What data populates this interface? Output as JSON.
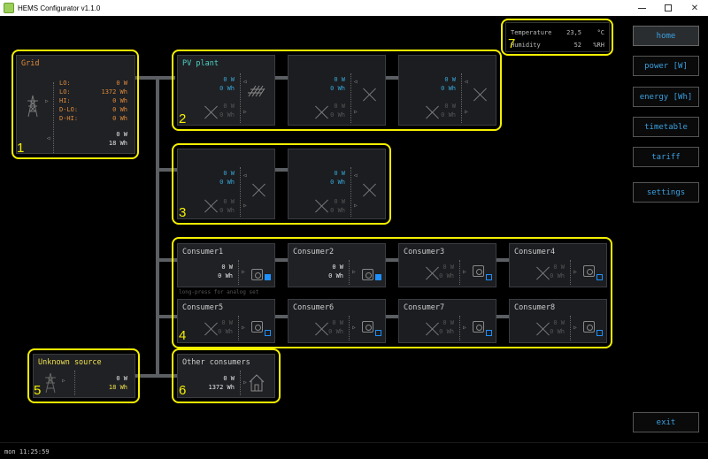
{
  "window": {
    "title": "HEMS Configurator v1.1.0",
    "close": "✕"
  },
  "status": {
    "clock": "mon 11:25:59"
  },
  "sensor": {
    "temp_label": "Temperature",
    "temp_value": "23,5",
    "temp_unit": "°C",
    "hum_label": "Humidity",
    "hum_value": "52",
    "hum_unit": "%RH"
  },
  "nav": {
    "home": "home",
    "power": "power [W]",
    "energy": "energy [Wh]",
    "timetable": "timetable",
    "tariff": "tariff",
    "settings": "settings",
    "exit": "exit"
  },
  "grid": {
    "title": "Grid",
    "lo1": "LO:",
    "lo1_val": "0 W",
    "lo2": "LO:",
    "lo2_val": "1372 Wh",
    "hi": "HI:",
    "hi_val": "0 Wh",
    "dlo": "D-LO:",
    "dlo_val": "0 Wh",
    "dhi": "D-HI:",
    "dhi_val": "0 Wh",
    "power": "0 W",
    "energy": "18 Wh"
  },
  "pv": {
    "title": "PV plant",
    "w": "0 W",
    "wh": "0 Wh"
  },
  "zero_w": "0 W",
  "zero_wh": "0 Wh",
  "consumers": [
    {
      "name": "Consumer1",
      "w": "0 W",
      "wh": "0 Wh"
    },
    {
      "name": "Consumer2",
      "w": "0 W",
      "wh": "0 Wh"
    },
    {
      "name": "Consumer3",
      "w": "0 W",
      "wh": "0 Wh"
    },
    {
      "name": "Consumer4",
      "w": "0 W",
      "wh": "0 Wh"
    },
    {
      "name": "Consumer5",
      "w": "0 W",
      "wh": "0 Wh"
    },
    {
      "name": "Consumer6",
      "w": "0 W",
      "wh": "0 Wh"
    },
    {
      "name": "Consumer7",
      "w": "0 W",
      "wh": "0 Wh"
    },
    {
      "name": "Consumer8",
      "w": "0 W",
      "wh": "0 Wh"
    }
  ],
  "hint": "long-press for analog set",
  "unknown": {
    "title": "Unknown source",
    "w": "0 W",
    "wh": "18 Wh"
  },
  "other": {
    "title": "Other consumers",
    "w": "0 W",
    "wh": "1372 Wh"
  },
  "annotations": {
    "n1": "1",
    "n2": "2",
    "n3": "3",
    "n4": "4",
    "n5": "5",
    "n6": "6",
    "n7": "7"
  },
  "colors": {
    "highlight": "#f5f000",
    "accent": "#3aa0e0",
    "grid_text": "#e08a3c",
    "pv_text": "#4fd1c5"
  }
}
